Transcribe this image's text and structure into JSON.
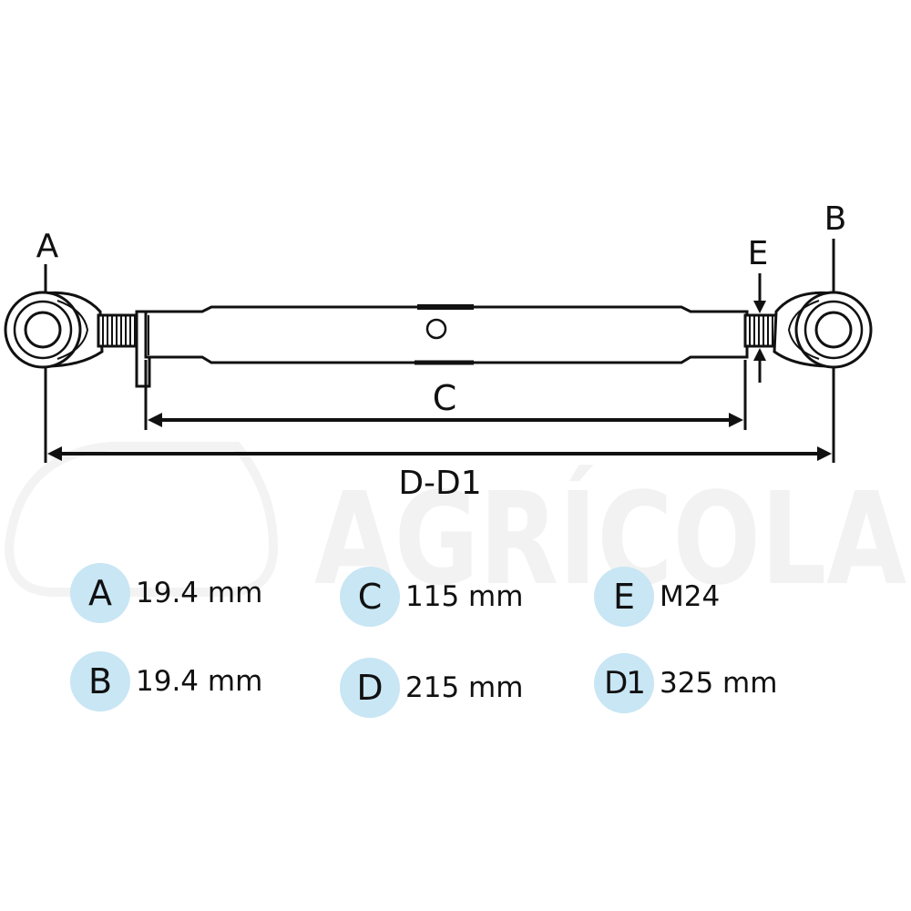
{
  "watermark": "AGRÍCOLA",
  "diagram_labels": {
    "a": "A",
    "b": "B",
    "c": "C",
    "e": "E",
    "dd1": "D-D1"
  },
  "specs": [
    {
      "key": "A",
      "value": "19.4 mm"
    },
    {
      "key": "B",
      "value": "19.4 mm"
    },
    {
      "key": "C",
      "value": "115 mm"
    },
    {
      "key": "D",
      "value": "215 mm"
    },
    {
      "key": "E",
      "value": "M24"
    },
    {
      "key": "D1",
      "value": "325 mm"
    }
  ],
  "colors": {
    "badge": "#c8e6f4",
    "ink": "#111111",
    "watermark": "#f1f1f1"
  }
}
